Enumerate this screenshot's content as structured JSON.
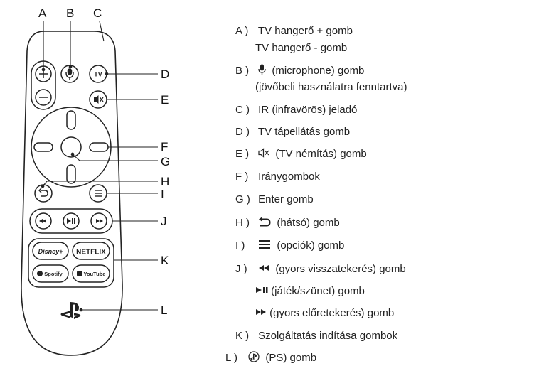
{
  "callouts": {
    "A": "A",
    "B": "B",
    "C": "C",
    "D": "D",
    "E": "E",
    "F": "F",
    "G": "G",
    "H": "H",
    "I": "I",
    "J": "J",
    "K": "K",
    "L": "L"
  },
  "remote": {
    "tv_label": "TV",
    "disney_label": "Disney+",
    "netflix_label": "NETFLIX",
    "spotify_label": "Spotify",
    "youtube_label": "YouTube"
  },
  "legend": {
    "A": {
      "key": "A )",
      "line1": "TV hangerő + gomb",
      "line2": "TV hangerő - gomb"
    },
    "B": {
      "key": "B )",
      "line1": "(microphone) gomb",
      "line2": "(jövőbeli használatra fenntartva)"
    },
    "C": {
      "key": "C )",
      "line1": "IR (infravörös) jeladó"
    },
    "D": {
      "key": "D )",
      "line1": "TV tápellátás gomb"
    },
    "E": {
      "key": "E )",
      "line1": "(TV némítás) gomb"
    },
    "F": {
      "key": "F )",
      "line1": "Iránygombok"
    },
    "G": {
      "key": "G )",
      "line1": "Enter gomb"
    },
    "H": {
      "key": "H )",
      "line1": "(hátsó) gomb"
    },
    "I": {
      "key": "I )",
      "line1": "(opciók) gomb"
    },
    "J": {
      "key": "J )",
      "line1": "(gyors visszatekerés) gomb",
      "line2": "(játék/szünet) gomb",
      "line3": "(gyors előretekerés) gomb"
    },
    "K": {
      "key": "K )",
      "line1": "Szolgáltatás indítása gombok"
    },
    "L": {
      "key": "L )",
      "line1": "(PS) gomb"
    }
  },
  "icons": {
    "B": "microphone-icon",
    "E": "mute-icon",
    "H": "back-arrow-icon",
    "I": "menu-icon",
    "J1": "rewind-icon",
    "J2": "play-pause-icon",
    "J3": "fast-forward-icon",
    "L": "ps-logo-icon"
  },
  "colors": {
    "line": "#222222",
    "body_fill": "#ffffff"
  }
}
